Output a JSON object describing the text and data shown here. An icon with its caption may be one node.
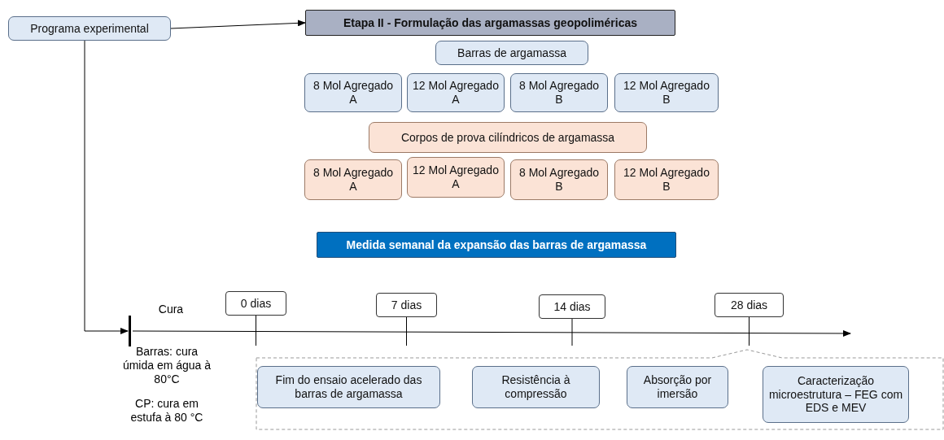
{
  "diagram": {
    "nodes": [
      {
        "text": [
          "Programa experimental"
        ]
      },
      {
        "text": [
          "Etapa II - Formulação das argamassas geopoliméricas"
        ]
      },
      {
        "text": [
          "Barras de argamassa"
        ]
      },
      {
        "text": [
          "8 Mol Agregado A"
        ]
      },
      {
        "text": [
          "12 Mol Agregado A"
        ]
      },
      {
        "text": [
          "8 Mol Agregado B"
        ]
      },
      {
        "text": [
          "12 Mol Agregado B"
        ]
      },
      {
        "text": [
          "Corpos de prova cilíndricos de argamassa"
        ]
      },
      {
        "text": [
          "8 Mol Agregado A"
        ]
      },
      {
        "text": [
          "12 Mol Agregado A"
        ]
      },
      {
        "text": [
          "8 Mol Agregado B"
        ]
      },
      {
        "text": [
          "12 Mol Agregado B"
        ]
      },
      {
        "text": [
          "Medida semanal da expansão das barras de argamassa"
        ]
      },
      {
        "text": [],
        "shape": "bar",
        "beside": [
          "Cura",
          "Barras: cura úmida em água à 80°C",
          "CP: cura em estufa à 80 °C"
        ]
      },
      {
        "text": [
          "0 dias"
        ]
      },
      {
        "text": [
          "7 dias"
        ]
      },
      {
        "text": [
          "14 dias"
        ]
      },
      {
        "text": [
          "28 dias"
        ]
      },
      {
        "text": [],
        "shape": "box"
      },
      {
        "text": [
          "Fim do ensaio acelerado das barras de argamassa"
        ],
        "in": 18
      },
      {
        "text": [
          "Resistência à compressão"
        ],
        "in": 18
      },
      {
        "text": [
          "Absorção por imersão"
        ],
        "in": 18
      },
      {
        "text": [
          "Caracterização microestrutura – FEG com EDS e MEV"
        ],
        "in": 18
      }
    ],
    "edges": [
      {
        "from": 0,
        "to": 1,
        "arrow": "to"
      },
      {
        "from": 0,
        "to": 13,
        "arrow": "to"
      }
    ]
  }
}
